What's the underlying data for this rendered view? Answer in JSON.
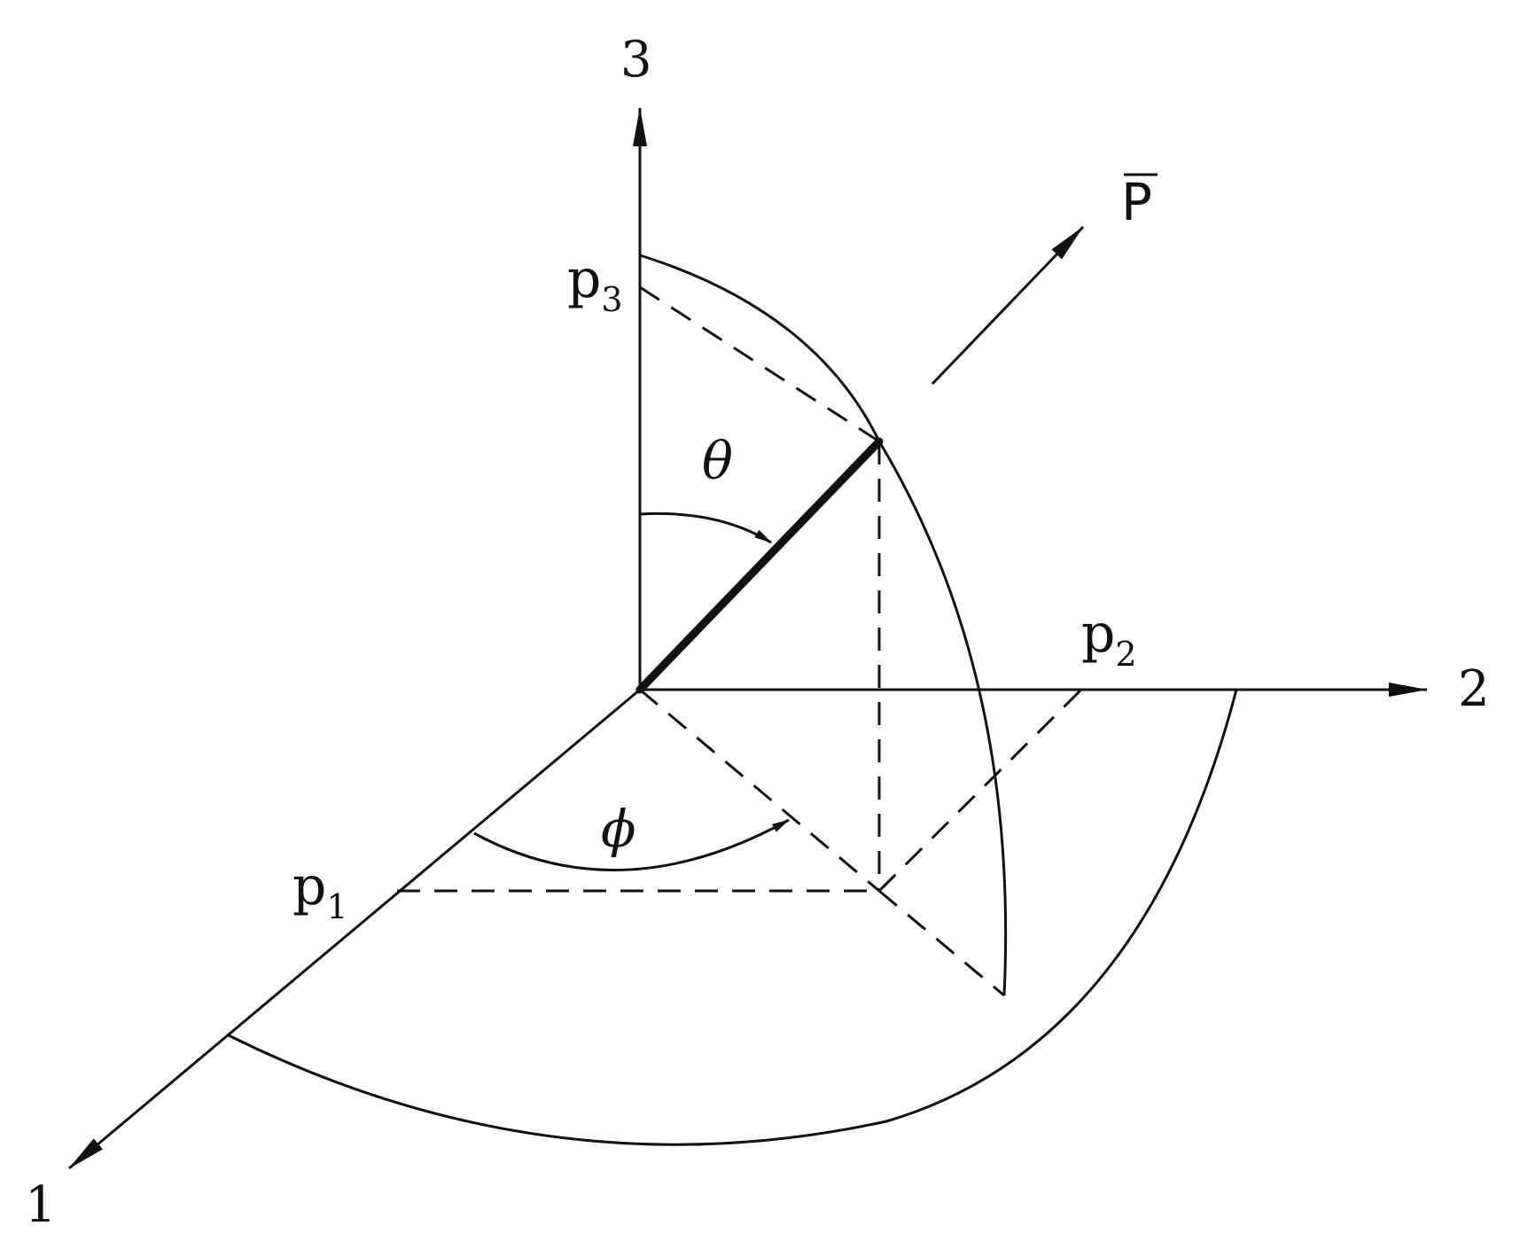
{
  "diagram": {
    "axes": {
      "axis_1": "1",
      "axis_2": "2",
      "axis_3": "3"
    },
    "components": {
      "p1": {
        "base": "p",
        "sub": "1"
      },
      "p2": {
        "base": "p",
        "sub": "2"
      },
      "p3": {
        "base": "p",
        "sub": "3"
      }
    },
    "angles": {
      "theta": "θ",
      "phi": "ϕ"
    },
    "vector": "P",
    "colors": {
      "line": "#111111",
      "background": "#ffffff"
    }
  }
}
